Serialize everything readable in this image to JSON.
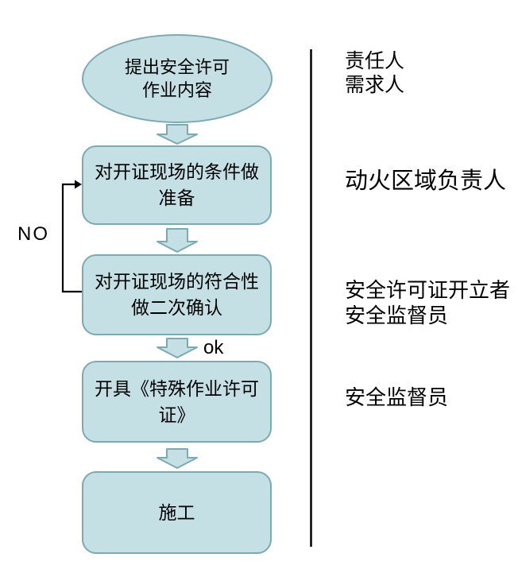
{
  "flowchart": {
    "nodes": {
      "start": {
        "shape": "ellipse",
        "lines": [
          "提出安全许可",
          "作业内容"
        ]
      },
      "prepare": {
        "shape": "rounded-rect",
        "lines": [
          "对开证现场的条件做",
          "准备"
        ]
      },
      "confirm": {
        "shape": "rounded-rect",
        "lines": [
          "对开证现场的符合性",
          "做二次确认"
        ]
      },
      "issue": {
        "shape": "rounded-rect",
        "lines": [
          "开具《特殊作业许可",
          "证》"
        ]
      },
      "construct": {
        "shape": "rounded-rect",
        "lines": [
          "施工"
        ]
      }
    },
    "edge_labels": {
      "reject": "NO",
      "approve": "ok"
    },
    "roles": {
      "start": {
        "lines": [
          "责任人",
          "需求人"
        ]
      },
      "prepare": {
        "lines": [
          "动火区域负责人"
        ]
      },
      "confirm": {
        "lines": [
          "安全许可证开立者",
          "安全监督员"
        ]
      },
      "issue": {
        "lines": [
          "安全监督员"
        ]
      }
    },
    "colors": {
      "node_fill": "#c5e0e5",
      "node_stroke": "#7da9b2",
      "connector": "#000000",
      "background": "#ffffff"
    }
  }
}
